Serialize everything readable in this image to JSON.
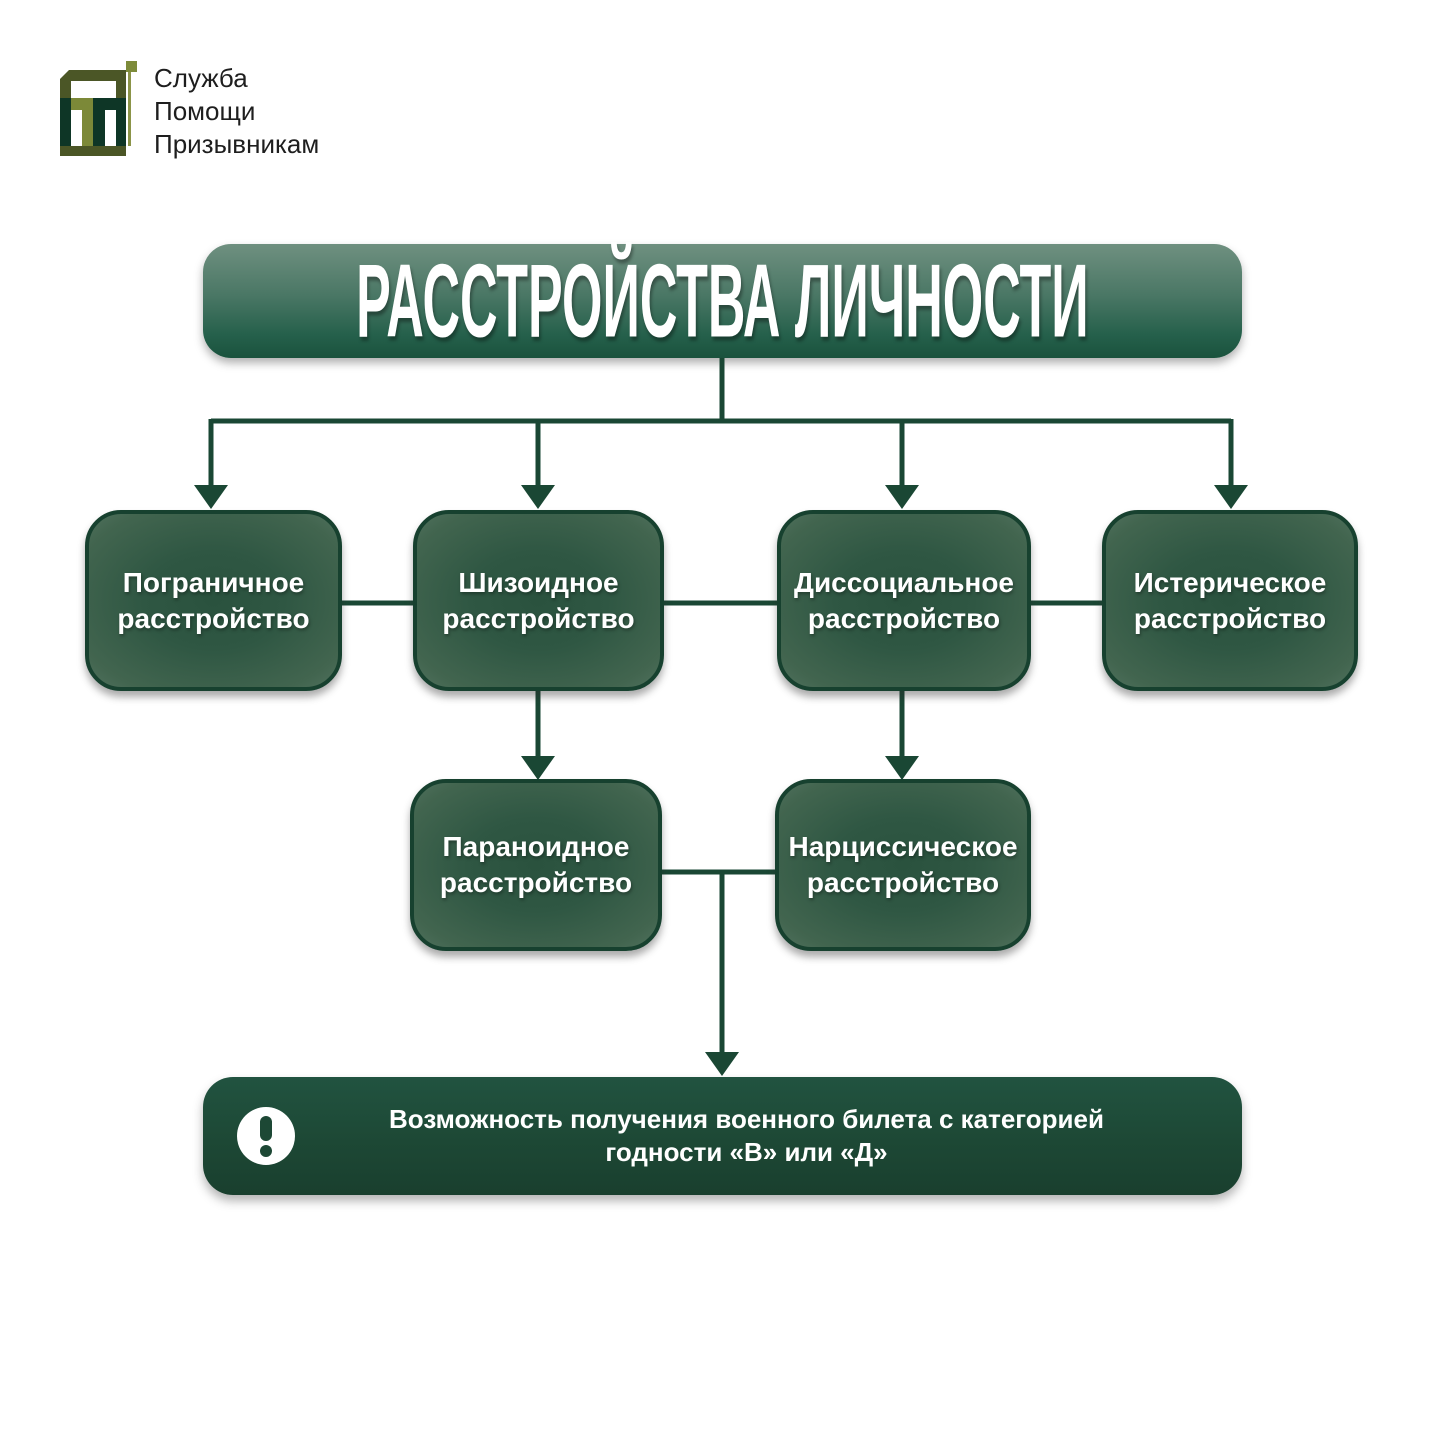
{
  "logo": {
    "text_lines": [
      "Служба",
      "Помощи",
      "Призывникам"
    ]
  },
  "title": "РАССТРОЙСТВА ЛИЧНОСТИ",
  "diagram": {
    "row1": [
      {
        "line1": "Пограничное",
        "line2": "расстройство"
      },
      {
        "line1": "Шизоидное",
        "line2": "расстройство"
      },
      {
        "line1": "Диссоциальное",
        "line2": "расстройство"
      },
      {
        "line1": "Истерическое",
        "line2": "расстройство"
      }
    ],
    "row2": [
      {
        "line1": "Параноидное",
        "line2": "расстройство"
      },
      {
        "line1": "Нарциссическое",
        "line2": "расстройство"
      }
    ]
  },
  "banner": {
    "icon": "exclamation-icon",
    "line1": "Возможность получения военного билета с категорией",
    "line2": "годности «В» или «Д»"
  },
  "colors": {
    "line": "#1a4734",
    "box_border": "#17412f",
    "box_center": "#2a523e",
    "box_edge": "#6c8777",
    "title_top": "#6f9080",
    "title_bottom": "#1a523d",
    "banner_bg": "#1d4835",
    "logo_dark_olive": "#4b5626",
    "logo_light_olive": "#7c8938",
    "logo_dark_teal": "#0e3626",
    "text_white": "#ffffff"
  }
}
